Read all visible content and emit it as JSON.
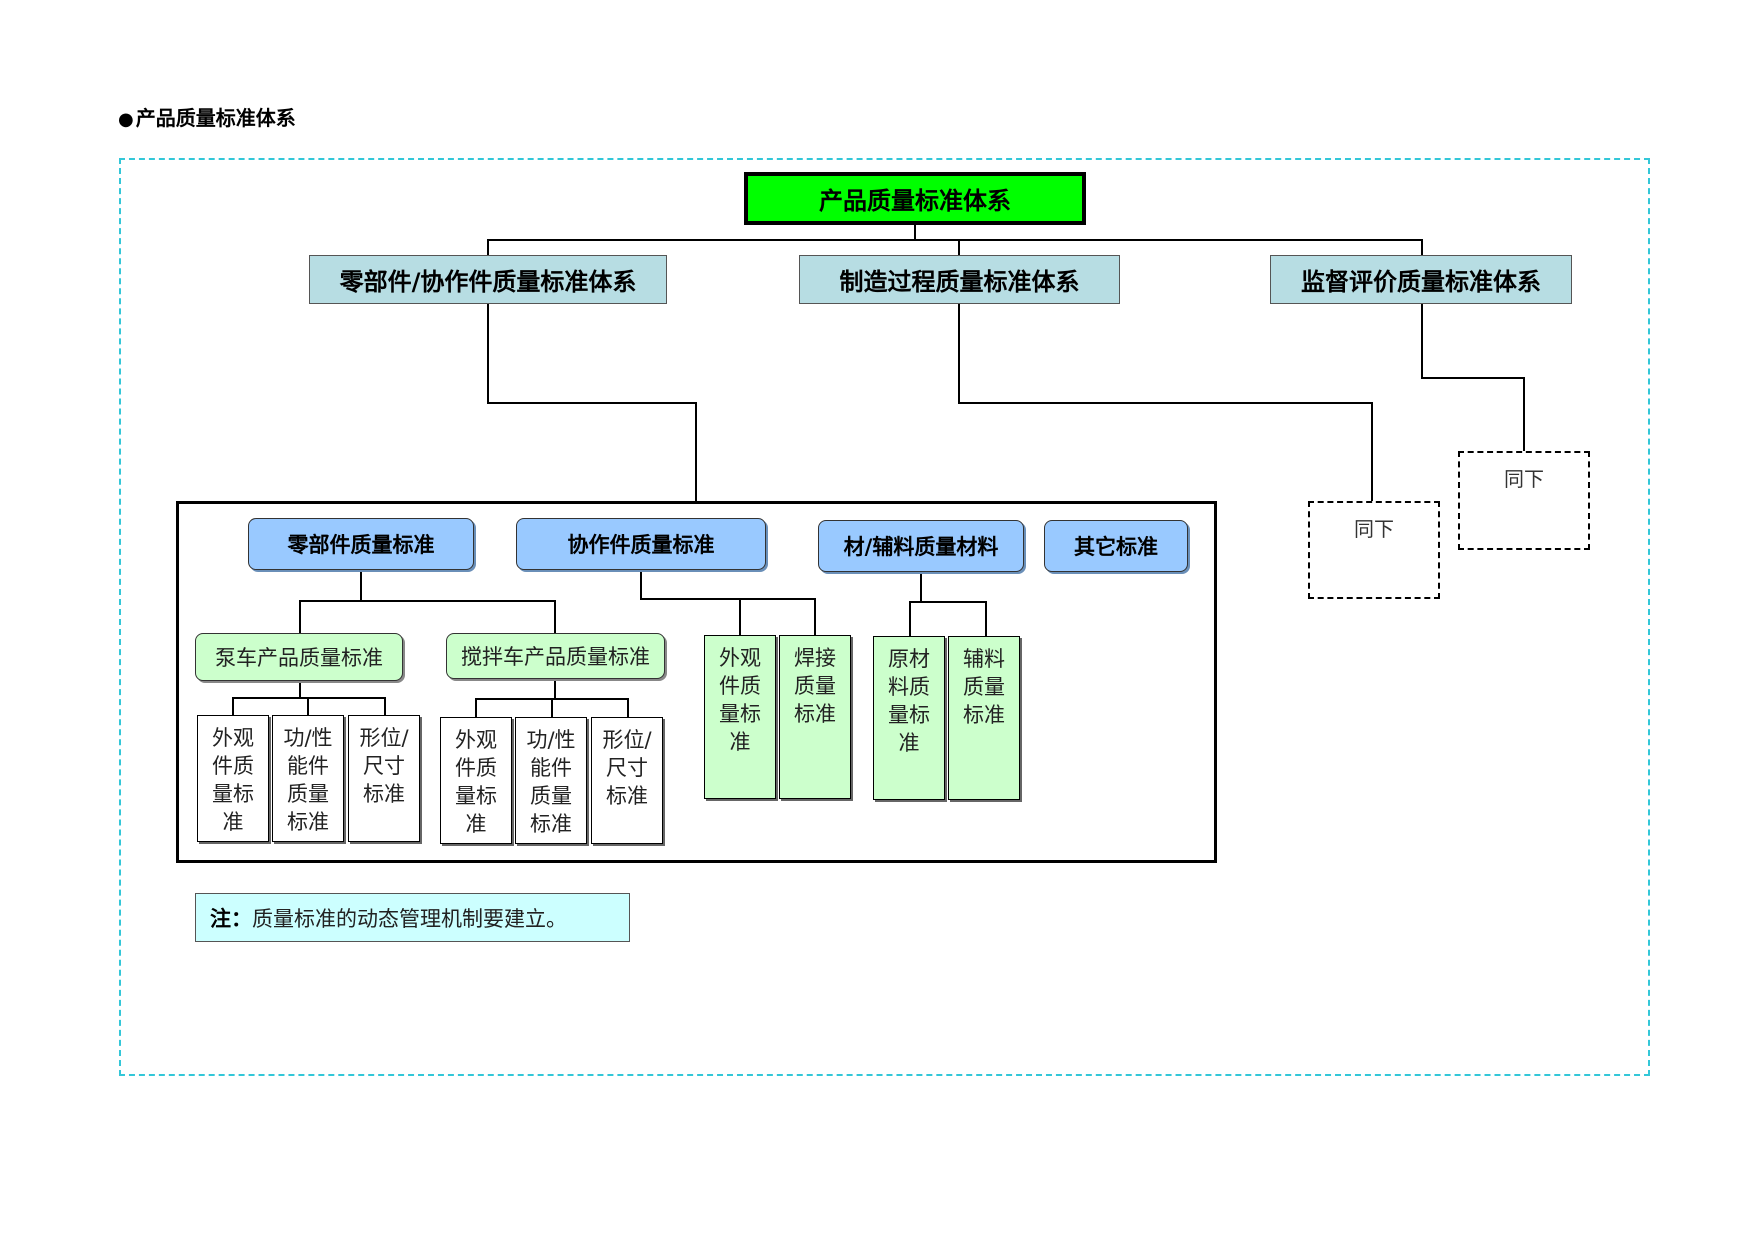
{
  "heading": {
    "bullet": "●",
    "text": "产品质量标准体系"
  },
  "root": "产品质量标准体系",
  "level1": {
    "components": "零部件/协作件质量标准体系",
    "manufacturing": "制造过程质量标准体系",
    "supervision": "监督评价质量标准体系"
  },
  "level2": {
    "parts": "零部件质量标准",
    "outsourced": "协作件质量标准",
    "materials": "材/辅料质量材料",
    "others": "其它标准"
  },
  "level3": {
    "pump": "泵车产品质量标准",
    "mixer": "搅拌车产品质量标准"
  },
  "leaves": {
    "pump_appearance": [
      "外观",
      "件质",
      "量标",
      "准"
    ],
    "pump_function": [
      "功/性",
      "能件",
      "质量",
      "标准"
    ],
    "pump_shape": [
      "形位/",
      "尺寸",
      "标准"
    ],
    "mixer_appearance": [
      "外观",
      "件质",
      "量标",
      "准"
    ],
    "mixer_function": [
      "功/性",
      "能件",
      "质量",
      "标准"
    ],
    "mixer_shape": [
      "形位/",
      "尺寸",
      "标准"
    ],
    "outsourced_appearance": [
      "外观",
      "件质",
      "量标",
      "准"
    ],
    "outsourced_welding": [
      "焊接",
      "质量",
      "标准"
    ],
    "raw_material": [
      "原材",
      "料质",
      "量标",
      "准"
    ],
    "auxiliary": [
      "辅料",
      "质量",
      "标准"
    ]
  },
  "same_below_label": "同下",
  "note": {
    "prefix": "注：",
    "text": "质量标准的动态管理机制要建立。"
  },
  "colors": {
    "root_fill": "#00ff00",
    "level1_fill": "#b7dde3",
    "level2_fill": "#99c9ff",
    "level3_fill": "#ccffcc",
    "note_fill": "#ccffff",
    "frame_border": "#33c7d8"
  }
}
